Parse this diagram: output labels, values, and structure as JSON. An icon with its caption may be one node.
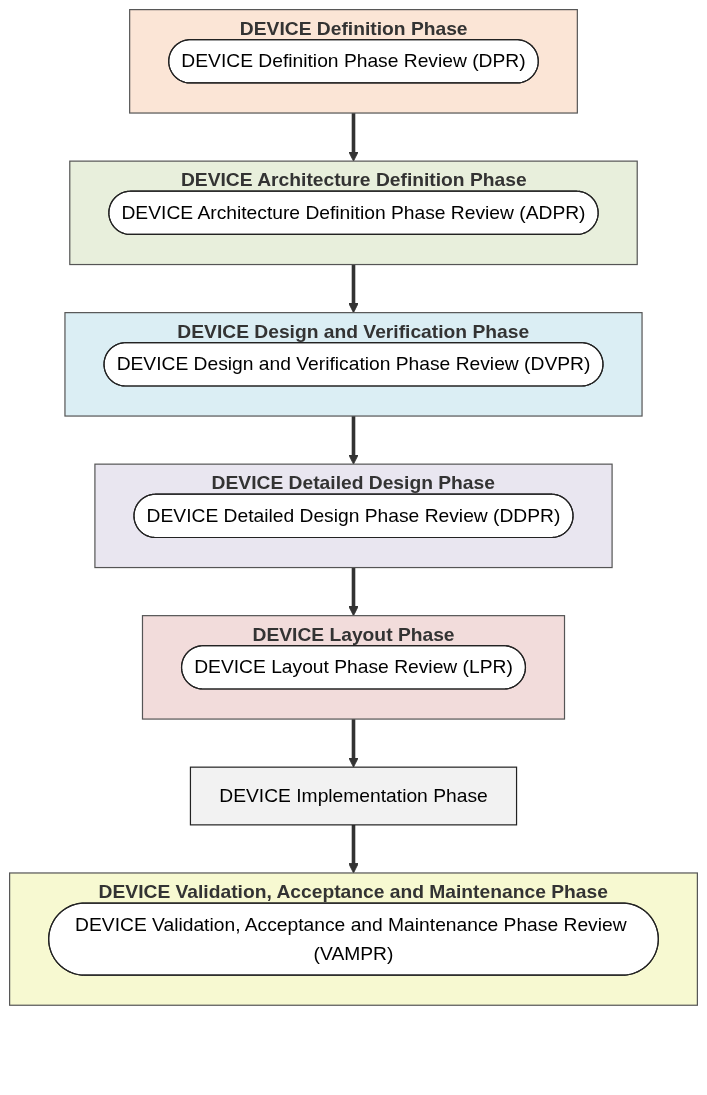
{
  "diagram": {
    "nodes": [
      {
        "text": [
          "DEVICE Definition Phase"
        ]
      },
      {
        "text": [
          "DEVICE Definition Phase Review (DPR)"
        ],
        "in": 0
      },
      {
        "text": [
          "DEVICE Architecture Definition Phase"
        ]
      },
      {
        "text": [
          "DEVICE Architecture Definition Phase Review (ADPR)"
        ],
        "in": 2
      },
      {
        "text": [
          "DEVICE Design and Verification Phase"
        ]
      },
      {
        "text": [
          "DEVICE Design and Verification Phase Review (DVPR)"
        ],
        "in": 4
      },
      {
        "text": [
          "DEVICE Detailed Design Phase"
        ]
      },
      {
        "text": [
          "DEVICE Detailed Design Phase Review (DDPR)"
        ],
        "in": 6
      },
      {
        "text": [
          "DEVICE Layout Phase"
        ]
      },
      {
        "text": [
          "DEVICE Layout Phase Review (LPR)"
        ],
        "in": 8
      },
      {
        "text": [
          "DEVICE Implementation Phase"
        ]
      },
      {
        "text": [
          "DEVICE Validation, Acceptance and Maintenance Phase"
        ]
      },
      {
        "text": [
          "DEVICE Validation, Acceptance and Maintenance Phase Review (VAMPR)"
        ],
        "in": 11
      }
    ],
    "edges": [
      {
        "from": 0,
        "to": 2,
        "arrow": "to"
      },
      {
        "from": 2,
        "to": 4,
        "arrow": "to"
      },
      {
        "from": 4,
        "to": 6,
        "arrow": "to"
      },
      {
        "from": 6,
        "to": 8,
        "arrow": "to"
      },
      {
        "from": 8,
        "to": 10,
        "arrow": "to"
      },
      {
        "from": 10,
        "to": 11,
        "arrow": "to"
      }
    ]
  }
}
